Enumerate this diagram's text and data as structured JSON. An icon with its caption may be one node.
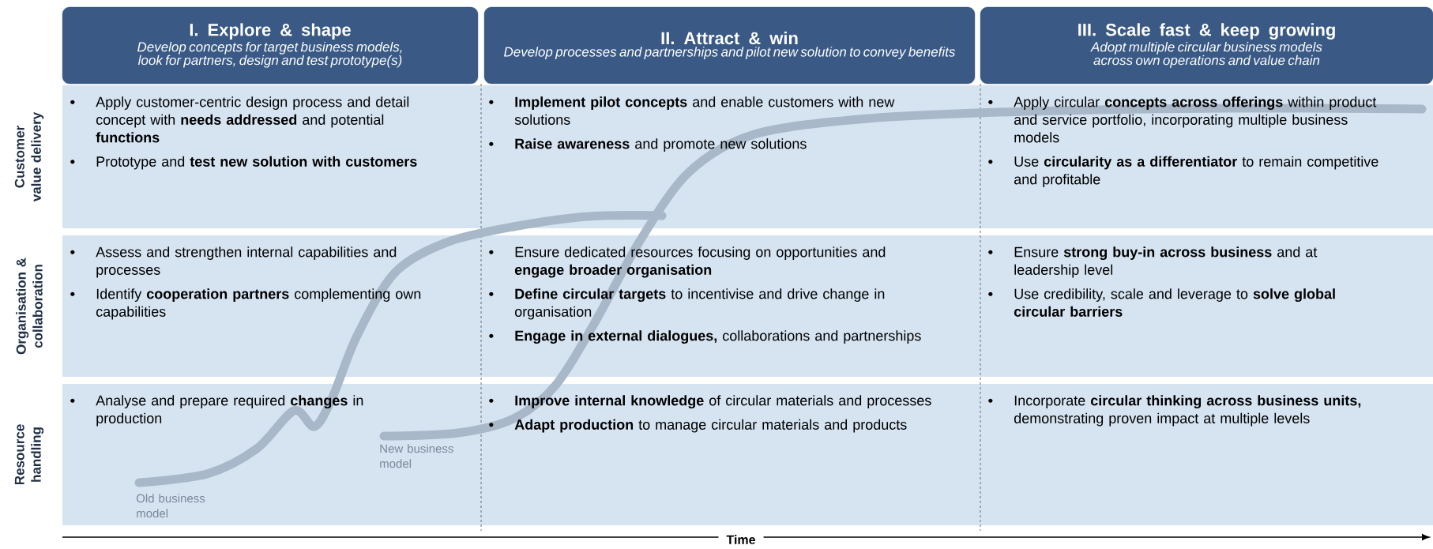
{
  "diagram": {
    "nodes": [
      {
        "text": [
          "I. Explore & shape",
          "Develop concepts for target business models, look for partners, design and test prototype(s)"
        ]
      },
      {
        "text": [
          "II. Attract & win",
          "Develop processes and partnerships and pilot new solution to convey benefits"
        ]
      },
      {
        "text": [
          "III. Scale fast & keep growing",
          "Adopt multiple circular business models across own operations and value chain"
        ]
      },
      {
        "text": [
          "Apply customer-centric design process and detail concept with **needs addressed** and potential **functions**",
          "Prototype and **test new solution with customers**"
        ]
      },
      {
        "text": [
          "**Implement pilot concepts** and enable customers with new solutions",
          "**Raise awareness** and promote new solutions"
        ]
      },
      {
        "text": [
          "Apply circular **concepts across offerings** within product and service portfolio, incorporating multiple business models",
          "Use **circularity as a differentiator** to remain competitive and profitable"
        ]
      },
      {
        "text": [
          "Assess and strengthen internal capabilities and processes",
          "Identify **cooperation partners** complementing own capabilities"
        ]
      },
      {
        "text": [
          "Ensure dedicated resources focusing on opportunities and **engage broader organisation**",
          "**Define circular targets** to incentivise and drive change in organisation",
          "**Engage in external dialogues,** collaborations and partnerships"
        ]
      },
      {
        "text": [
          "Ensure **strong buy-in across business** and at leadership level",
          "Use credibility, scale and leverage to **solve global circular barriers**"
        ]
      },
      {
        "text": [
          "Analyse and prepare required **changes** in production"
        ]
      },
      {
        "text": [
          "**Improve internal knowledge** of circular materials and processes",
          "**Adapt production** to manage circular materials and products"
        ]
      },
      {
        "text": [
          "Incorporate **circular thinking across business units,** demonstrating proven impact at multiple levels"
        ]
      }
    ],
    "labels": [
      "Customer value delivery",
      "Organisation & collaboration",
      "Resource handling",
      "Old business model",
      "New business model",
      "Time"
    ]
  }
}
